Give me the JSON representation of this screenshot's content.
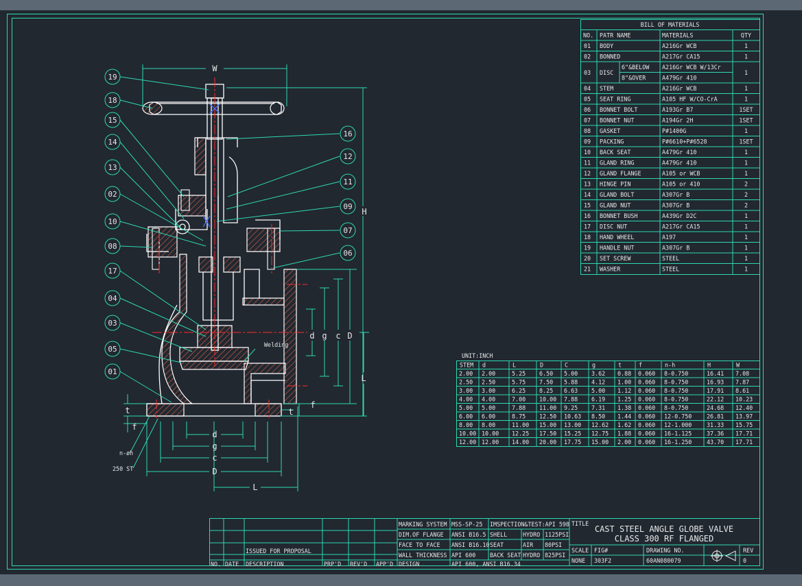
{
  "colors": {
    "background": "#212830",
    "border": "#2fd9b2",
    "table_lines": "#2fd9b2",
    "text": "#e8e8e8",
    "centerline": "#ff2a2a",
    "body_outline": "#ffffff",
    "hatch": "#e0604a",
    "leader": "#2fd9b2"
  },
  "bom": {
    "title": "BILL OF MATERIALS",
    "headers": [
      "NO.",
      "PATR NAME",
      "MATERIALS",
      "QTY"
    ],
    "rows": [
      {
        "no": "01",
        "part": "BODY",
        "sub": "",
        "mat": "A216Gr WCB",
        "qty": "1"
      },
      {
        "no": "02",
        "part": "BONNED",
        "sub": "",
        "mat": "A217Gr CA15",
        "qty": "1"
      },
      {
        "no": "03",
        "part": "DISC",
        "sub": "6\"&BELOW",
        "mat": "A216Gr WCB W/13Cr",
        "qty": "1"
      },
      {
        "no": "",
        "part": "",
        "sub": "8\"&OVER",
        "mat": "A479Gr 410",
        "qty": ""
      },
      {
        "no": "04",
        "part": "STEM",
        "sub": "",
        "mat": "A216Gr WCB",
        "qty": "1"
      },
      {
        "no": "05",
        "part": "SEAT RING",
        "sub": "",
        "mat": "A105 HF W/CO-CrA",
        "qty": "1"
      },
      {
        "no": "06",
        "part": "BONNET BOLT",
        "sub": "",
        "mat": "A193Gr B7",
        "qty": "1SET"
      },
      {
        "no": "07",
        "part": "BONNET NUT",
        "sub": "",
        "mat": "A194Gr 2H",
        "qty": "1SET"
      },
      {
        "no": "08",
        "part": "GASKET",
        "sub": "",
        "mat": "P#1400G",
        "qty": "1"
      },
      {
        "no": "09",
        "part": "PACKING",
        "sub": "",
        "mat": "P#6610+P#6528",
        "qty": "1SET"
      },
      {
        "no": "10",
        "part": "BACK SEAT",
        "sub": "",
        "mat": "A479Gr 410",
        "qty": "1"
      },
      {
        "no": "11",
        "part": "GLAND RING",
        "sub": "",
        "mat": "A479Gr 410",
        "qty": "1"
      },
      {
        "no": "12",
        "part": "GLAND FLANGE",
        "sub": "",
        "mat": "A105 or WCB",
        "qty": "1"
      },
      {
        "no": "13",
        "part": "HINGE PIN",
        "sub": "",
        "mat": "A105 or 410",
        "qty": "2"
      },
      {
        "no": "14",
        "part": "GLAND BOLT",
        "sub": "",
        "mat": "A307Gr B",
        "qty": "2"
      },
      {
        "no": "15",
        "part": "GLAND NUT",
        "sub": "",
        "mat": "A307Gr B",
        "qty": "2"
      },
      {
        "no": "16",
        "part": "BONNET BUSH",
        "sub": "",
        "mat": "A439Gr D2C",
        "qty": "1"
      },
      {
        "no": "17",
        "part": "DISC NUT",
        "sub": "",
        "mat": "A217Gr CA15",
        "qty": "1"
      },
      {
        "no": "18",
        "part": "HAND WHEEL",
        "sub": "",
        "mat": "A197",
        "qty": "1"
      },
      {
        "no": "19",
        "part": "HANDLE NUT",
        "sub": "",
        "mat": "A307Gr B",
        "qty": "1"
      },
      {
        "no": "20",
        "part": "SET SCREW",
        "sub": "",
        "mat": "STEEL",
        "qty": "1"
      },
      {
        "no": "21",
        "part": "WASHER",
        "sub": "",
        "mat": "STEEL",
        "qty": "1"
      }
    ]
  },
  "dimtable": {
    "unit": "UNIT:INCH",
    "headers": [
      "STEM",
      "d",
      "L",
      "D",
      "C",
      "g",
      "t",
      "f",
      "n-h",
      "H",
      "W"
    ],
    "rows": [
      [
        "2.00",
        "2.00",
        "5.25",
        "6.50",
        "5.00",
        "3.62",
        "0.88",
        "0.060",
        "8-0.750",
        "16.41",
        "7.08"
      ],
      [
        "2.50",
        "2.50",
        "5.75",
        "7.50",
        "5.88",
        "4.12",
        "1.00",
        "0.060",
        "8-0.750",
        "16.93",
        "7.87"
      ],
      [
        "3.00",
        "3.00",
        "6.25",
        "8.25",
        "6.63",
        "5.00",
        "1.12",
        "0.060",
        "8-0.750",
        "17.91",
        "8.61"
      ],
      [
        "4.00",
        "4.00",
        "7.00",
        "10.00",
        "7.88",
        "6.19",
        "1.25",
        "0.060",
        "8-0.750",
        "22.12",
        "10.23"
      ],
      [
        "5.00",
        "5.00",
        "7.88",
        "11.00",
        "9.25",
        "7.31",
        "1.38",
        "0.060",
        "8-0.750",
        "24.68",
        "12.40"
      ],
      [
        "6.00",
        "6.00",
        "8.75",
        "12.50",
        "10.63",
        "8.50",
        "1.44",
        "0.060",
        "12-0.750",
        "26.81",
        "13.97"
      ],
      [
        "8.00",
        "8.00",
        "11.00",
        "15.00",
        "13.00",
        "12.62",
        "1.62",
        "0.060",
        "12-1.000",
        "31.33",
        "15.75"
      ],
      [
        "10.00",
        "10.00",
        "12.25",
        "17.50",
        "15.25",
        "12.75",
        "1.88",
        "0.060",
        "16-1.125",
        "37.36",
        "17.71"
      ],
      [
        "12.00",
        "12.00",
        "14.00",
        "20.00",
        "17.75",
        "15.00",
        "2.00",
        "0.060",
        "16-1.250",
        "43.70",
        "17.71"
      ]
    ]
  },
  "callouts": [
    "19",
    "18",
    "15",
    "14",
    "13",
    "02",
    "10",
    "08",
    "17",
    "04",
    "03",
    "05",
    "01",
    "16",
    "12",
    "11",
    "09",
    "07",
    "06"
  ],
  "dims": {
    "W": "W",
    "H": "H",
    "d": "d",
    "g": "g",
    "c": "c",
    "D": "D",
    "L": "L",
    "t": "t",
    "f": "f",
    "nh": "n-øh",
    "st": "250 ST",
    "welding": "Welding"
  },
  "titleblock": {
    "marking": "MARKING SYSTEM",
    "marking_val": "MSS-SP-25",
    "insp": "IMSPECTION&TEST:API 598",
    "dim_flange": "DIM.OF FLANGE",
    "dim_flange_val": "ANSI B16.5",
    "shell": "SHELL",
    "hydro1": "HYDRO",
    "hydro1_val": "1125PSI",
    "face": "FACE TO FACE",
    "face_val": "ANSI B16.10",
    "seat": "SEAT",
    "air": "AIR",
    "air_val": "80PSI",
    "wall": "WALL THICKNESS",
    "wall_val": "API 600",
    "back_seat": "BACK SEAT",
    "hydro2": "HYDRO",
    "hydro2_val": "825PSI",
    "design": "DESIGN",
    "design_val": "API 600, ANSI B16.34",
    "issued": "ISSUED FOR PROPOSAL",
    "no": "NO.",
    "date": "DATE",
    "description": "DESCRIPTION",
    "prpd": "PRP'D",
    "revd": "REV'D",
    "appd": "APP'D",
    "title_label": "TITLE",
    "title1": "CAST STEEL ANGLE GLOBE VALVE",
    "title2": "CLASS 300 RF FLANGED",
    "scale": "SCALE",
    "scale_val": "NONE",
    "fig": "FIG#",
    "fig_val": "303F2",
    "drawing_no": "DRAWING NO.",
    "drawing_no_val": "60AN080079",
    "rev": "REV",
    "rev_val": "0"
  }
}
